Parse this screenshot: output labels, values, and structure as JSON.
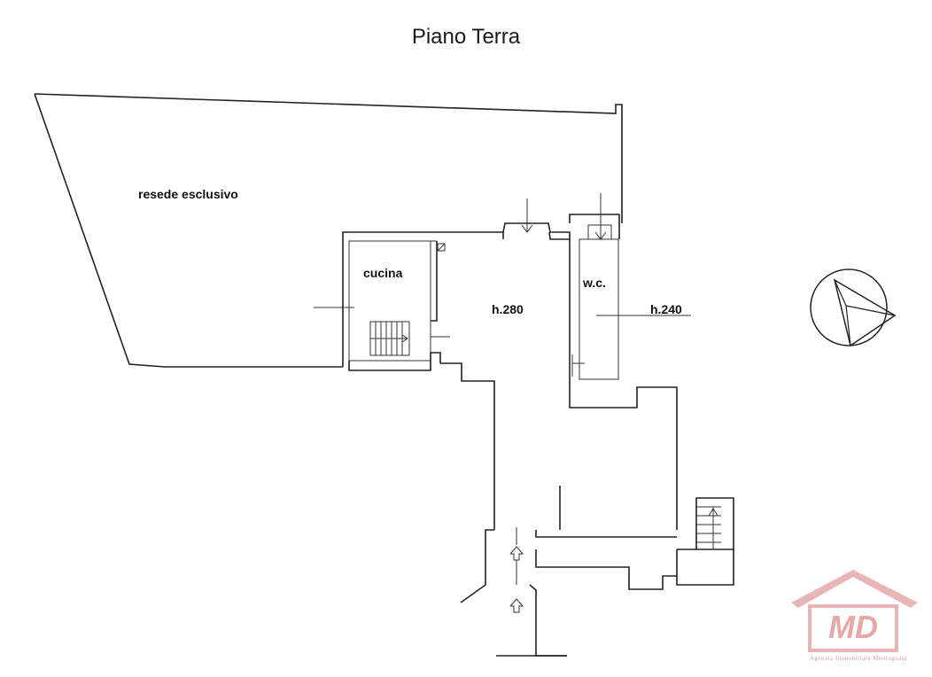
{
  "title": "Piano Terra",
  "labels": {
    "garden": "resede esclusivo",
    "kitchen": "cucina",
    "main_height": "h.280",
    "wc": "w.c.",
    "wc_height": "h.240"
  },
  "logo": {
    "mark": "MD",
    "agency": "Agenzia Immobiliare Montagnani",
    "color": "#c1121f"
  }
}
